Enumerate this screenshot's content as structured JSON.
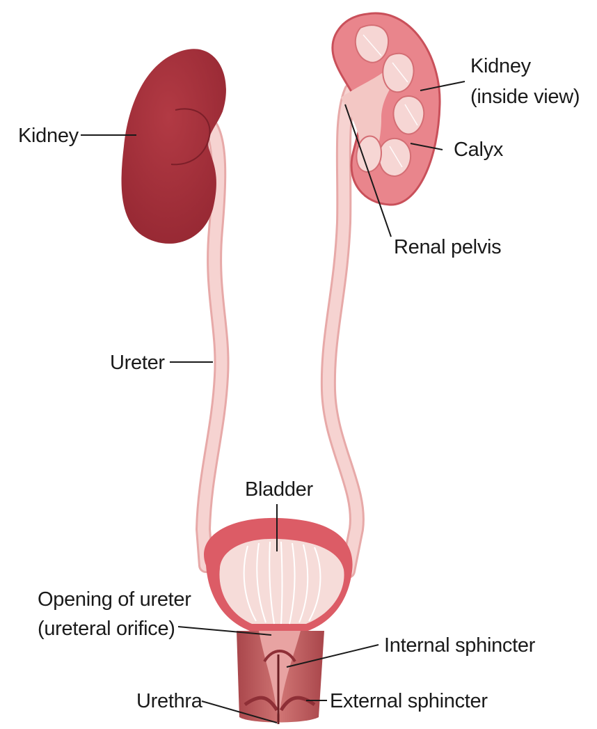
{
  "labels": {
    "kidney_left": "Kidney",
    "kidney_inside_line1": "Kidney",
    "kidney_inside_line2": "(inside view)",
    "calyx": "Calyx",
    "renal_pelvis": "Renal pelvis",
    "ureter": "Ureter",
    "bladder": "Bladder",
    "ureter_opening_line1": "Opening of ureter",
    "ureter_opening_line2": "(ureteral orifice)",
    "internal_sphincter": "Internal sphincter",
    "urethra": "Urethra",
    "external_sphincter": "External sphincter"
  },
  "colors": {
    "kidney_dark": "#a8303a",
    "kidney_light": "#e8888e",
    "ureter": "#f2c4c2",
    "bladder_outer": "#d9555f",
    "bladder_inner": "#f6dcd8",
    "urethra_dark": "#b64a4e"
  }
}
